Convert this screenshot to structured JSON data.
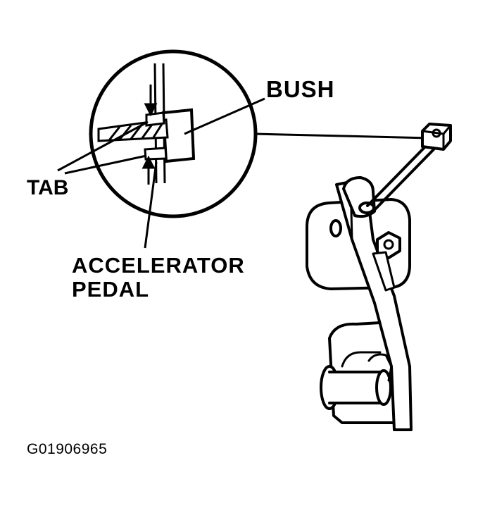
{
  "labels": {
    "bush": "BUSH",
    "tab": "TAB",
    "accelerator_line1": "ACCELERATOR",
    "accelerator_line2": "PEDAL",
    "figure_code": "G01906965"
  }
}
